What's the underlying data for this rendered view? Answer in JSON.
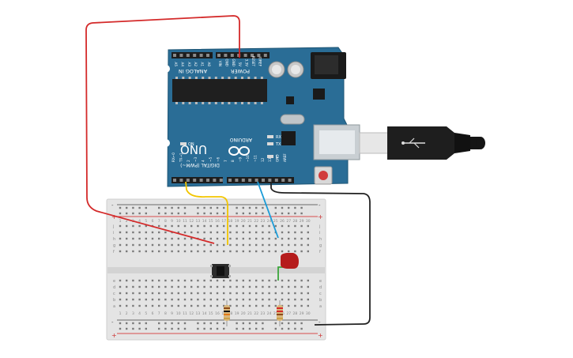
{
  "canvas": {
    "background": "#ffffff"
  },
  "arduino": {
    "board_color": "#2a6d96",
    "logo_text": "UNO",
    "brand_text": "ARDUINO",
    "analog_label": "ANALOG IN",
    "power_label": "POWER",
    "digital_label": "DIGITAL (PWM~)",
    "analog_pins": [
      "A5",
      "A4",
      "A3",
      "A2",
      "A1",
      "A0"
    ],
    "power_pins": [
      "VIN",
      "GND",
      "GND",
      "5V",
      "3.3V",
      "RESET",
      "IOREF"
    ],
    "digital_pins": [
      "AREF",
      "GND",
      "13",
      "12",
      "~11",
      "~10",
      "~9",
      "8",
      "7",
      "~6",
      "~5",
      "4",
      "~3",
      "2",
      "TX→1",
      "RX←0"
    ],
    "on_label": "ON",
    "tx_label": "TX",
    "rx_label": "RX",
    "l_label": "L"
  },
  "breadboard": {
    "columns_top": [
      "1",
      "2",
      "3",
      "4",
      "5",
      "6",
      "7",
      "8",
      "9",
      "10",
      "11",
      "12",
      "13",
      "14",
      "15",
      "16",
      "17",
      "18",
      "19",
      "20",
      "21",
      "22",
      "23",
      "24",
      "25",
      "26",
      "27",
      "28",
      "29",
      "30"
    ],
    "rows_left_top": [
      "j",
      "i",
      "h",
      "g",
      "f"
    ],
    "rows_left_bottom": [
      "e",
      "d",
      "c",
      "b",
      "a"
    ],
    "rail_plus": "+",
    "rail_minus": "-"
  },
  "wires": {
    "red": "#d42a2a",
    "yellow": "#f2c500",
    "blue": "#1a9bd7",
    "black": "#222222",
    "green": "#3aa63a"
  },
  "components": {
    "led_color": "#b51c1c",
    "pushbutton": "pushbutton",
    "resistor_1": "resistor",
    "resistor_2": "resistor",
    "usb_cable": "usb-cable"
  }
}
